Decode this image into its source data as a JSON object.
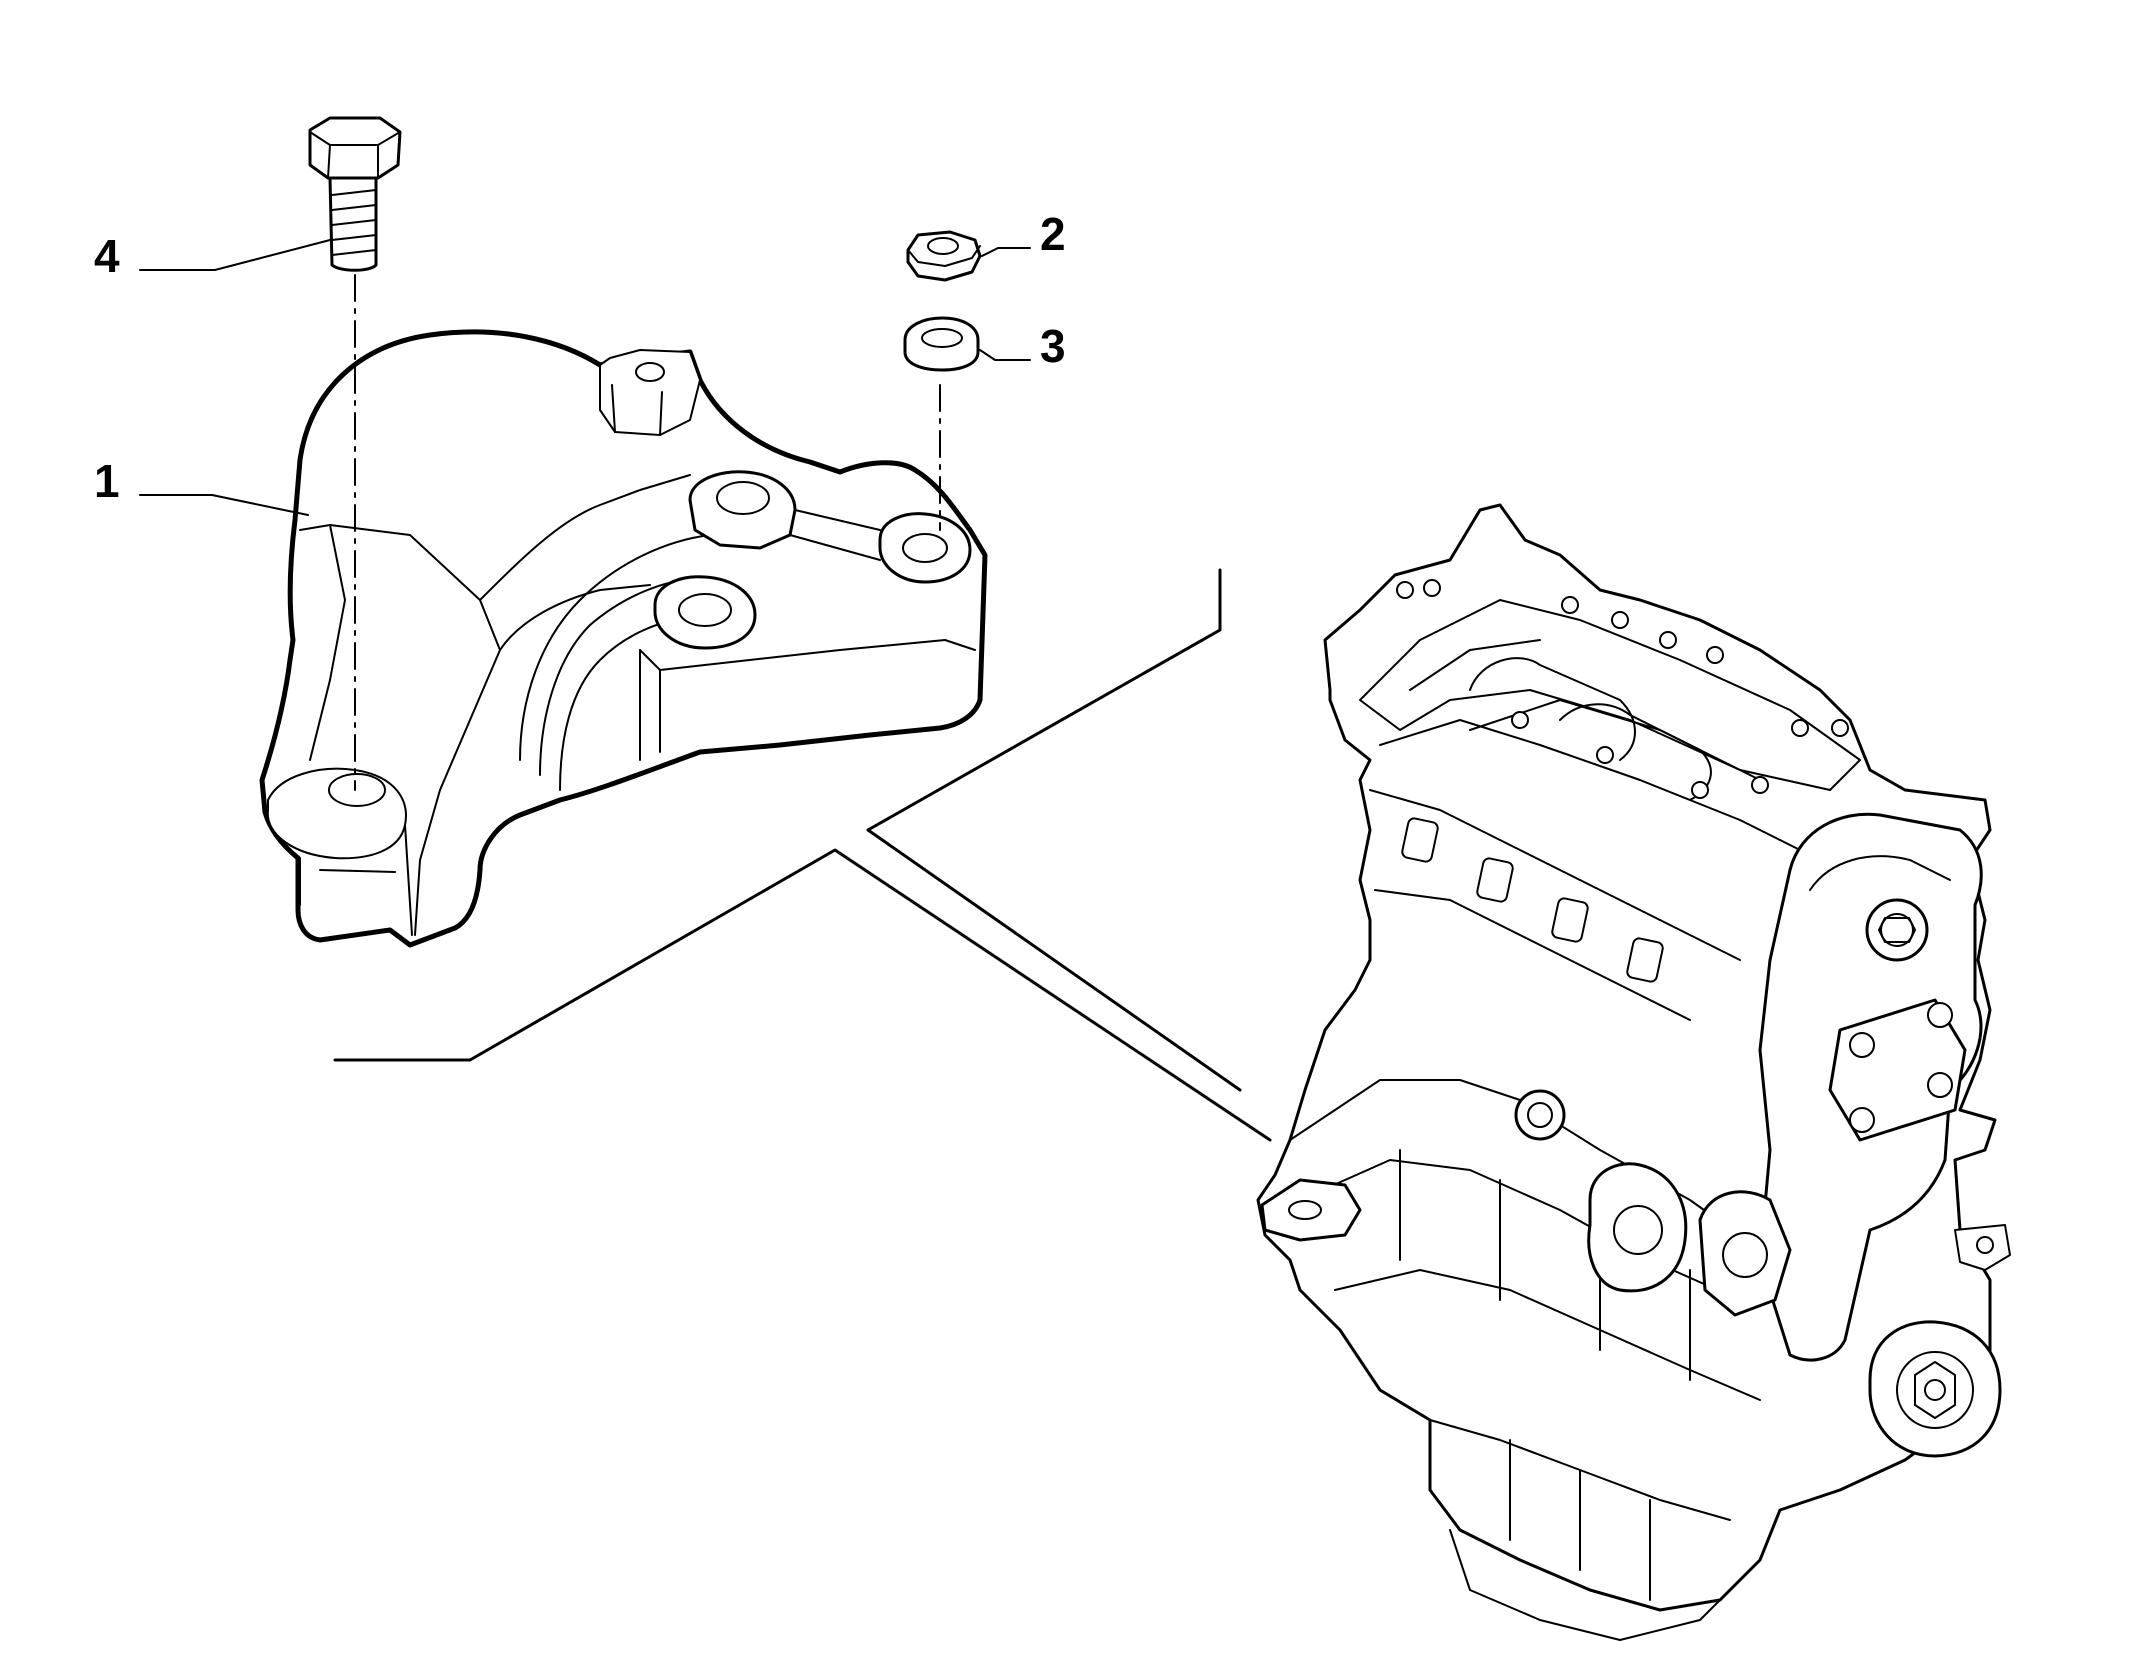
{
  "diagram": {
    "callouts": [
      {
        "id": "1",
        "label": "1"
      },
      {
        "id": "2",
        "label": "2"
      },
      {
        "id": "3",
        "label": "3"
      },
      {
        "id": "4",
        "label": "4"
      }
    ],
    "colors": {
      "ink": "#000000",
      "background": "#ffffff"
    }
  }
}
